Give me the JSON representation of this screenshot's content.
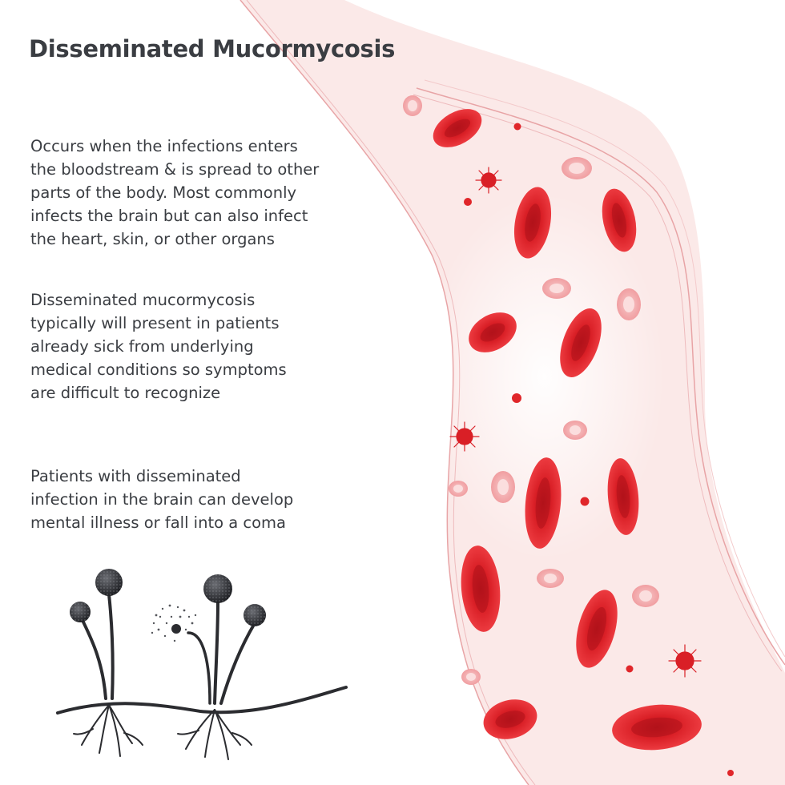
{
  "title": "Disseminated Mucormycosis",
  "paragraphs": [
    {
      "lines": [
        "Occurs when the infections enters",
        "the bloodstream & is spread to other",
        "parts of the body. Most commonly",
        "infects the brain but can also infect",
        "the heart, skin, or other organs"
      ]
    },
    {
      "lines": [
        "Disseminated mucormycosis",
        "typically will present in patients",
        "already sick from underlying",
        "medical conditions so symptoms",
        "are difficult to recognize"
      ]
    },
    {
      "lines": [
        "Patients with disseminated",
        "infection in the brain can develop",
        "mental illness or fall into a coma"
      ]
    }
  ],
  "colors": {
    "text": "#3a3d42",
    "blood_cell": "#e0262a",
    "blood_cell_light": "#f4a9ab",
    "vessel_wall": "#e8a4a6",
    "vessel_fill": "#fbe9e8",
    "fungus": "#2b2c30"
  },
  "icons": [
    "blood-vessel-icon",
    "red-blood-cell-icon",
    "spiky-pathogen-icon",
    "fungus-sporangium-icon"
  ]
}
